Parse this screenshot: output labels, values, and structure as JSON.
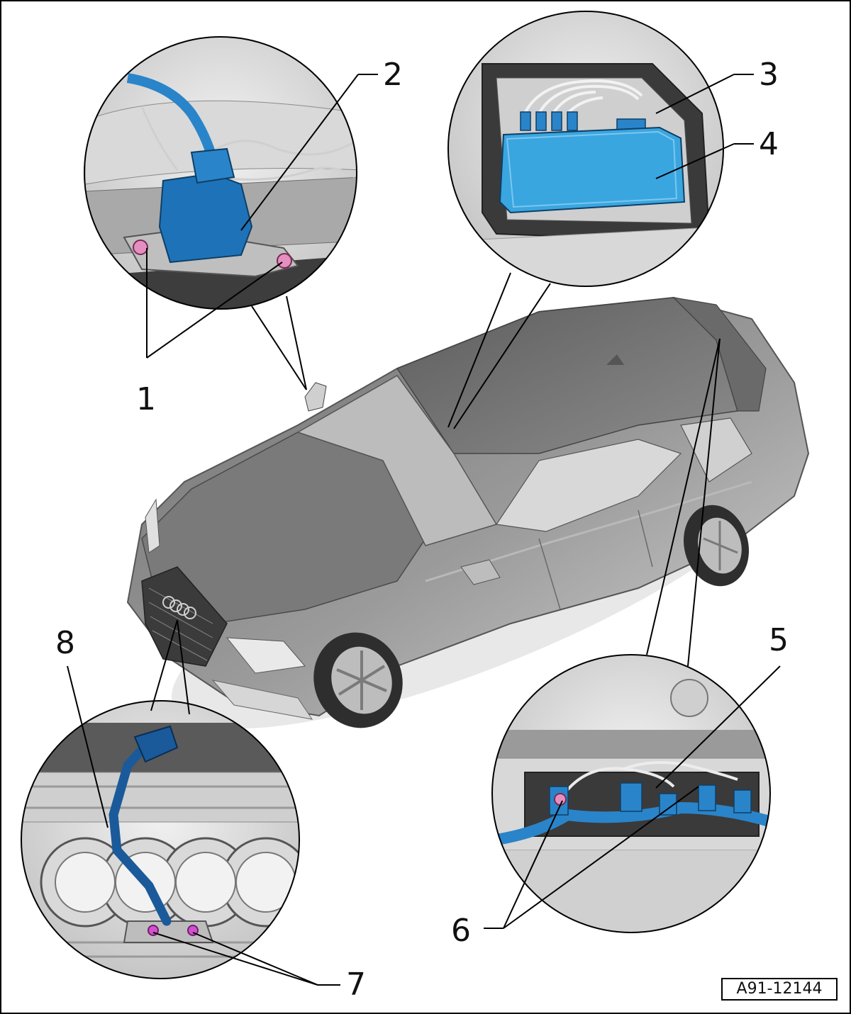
{
  "figure_id": "A91-12144",
  "callouts": {
    "c1": "1",
    "c2": "2",
    "c3": "3",
    "c4": "4",
    "c5": "5",
    "c6": "6",
    "c7": "7",
    "c8": "8"
  },
  "colors": {
    "component_blue": "#1a6fb8",
    "component_blue_light": "#3aa6e0",
    "bolt_pink": "#e58fc0",
    "car_body": "#8a8a8a",
    "background": "#ffffff"
  }
}
